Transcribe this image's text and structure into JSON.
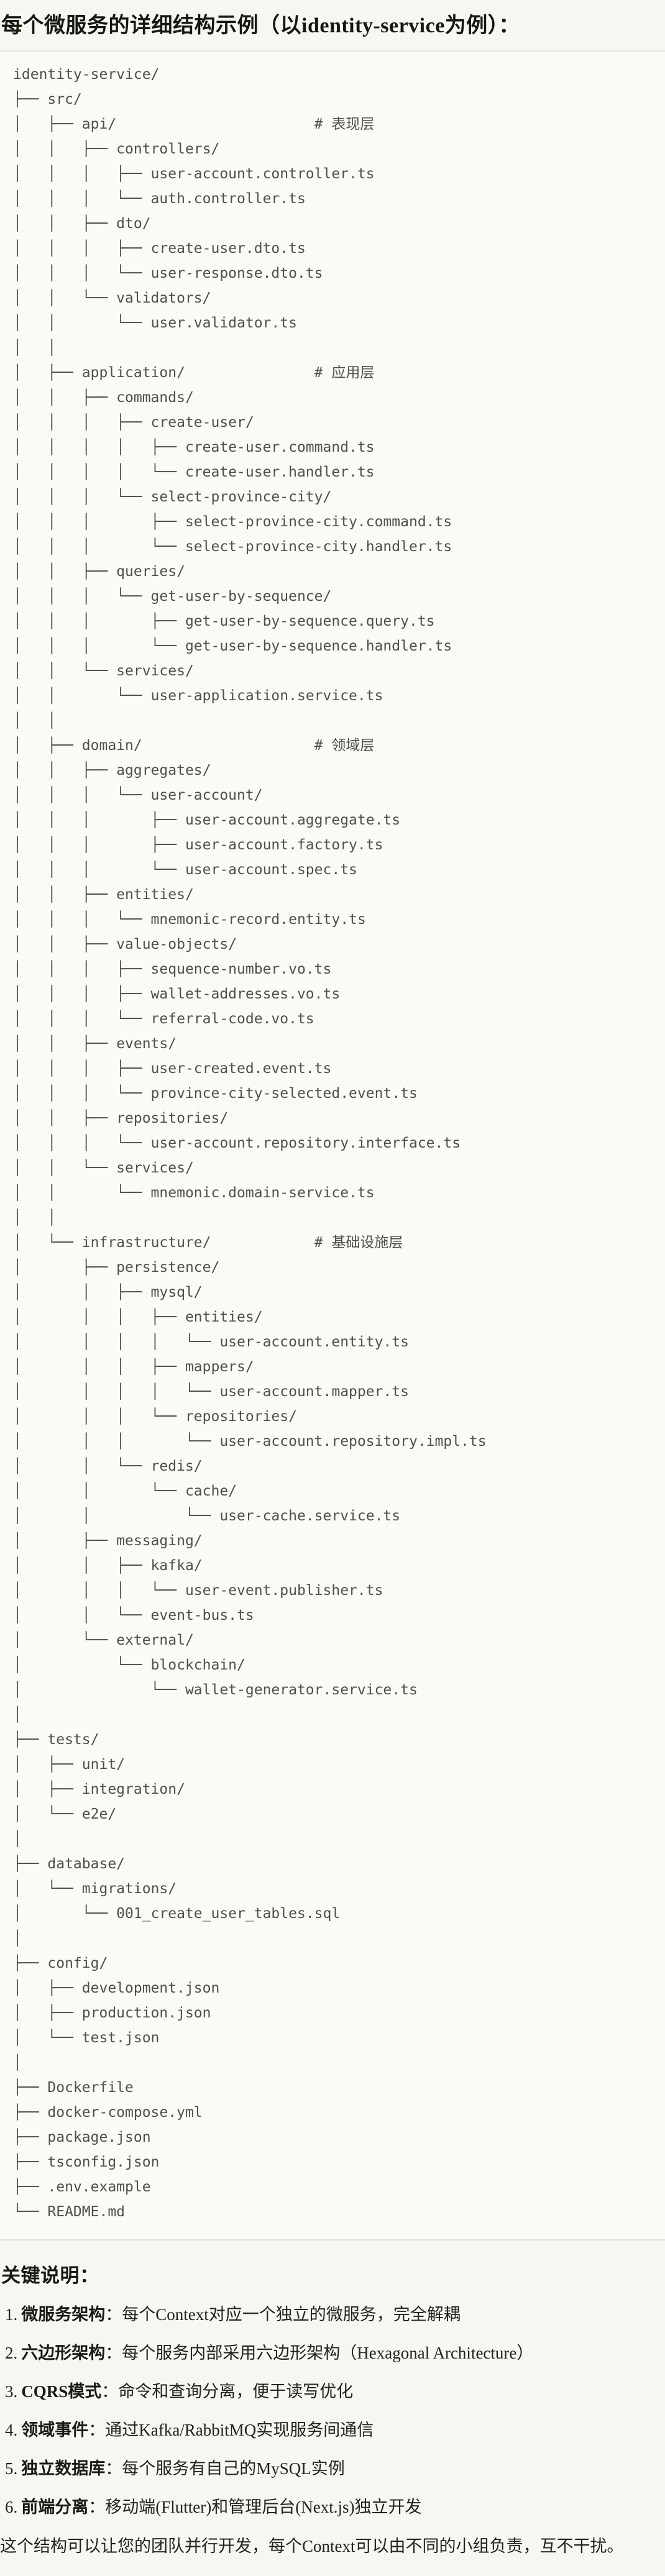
{
  "title": "每个微服务的详细结构示例（以identity-service为例）：",
  "tree_lines": [
    "identity-service/",
    "├── src/",
    "│   ├── api/                       # 表现层",
    "│   │   ├── controllers/",
    "│   │   │   ├── user-account.controller.ts",
    "│   │   │   └── auth.controller.ts",
    "│   │   ├── dto/",
    "│   │   │   ├── create-user.dto.ts",
    "│   │   │   └── user-response.dto.ts",
    "│   │   └── validators/",
    "│   │       └── user.validator.ts",
    "│   │",
    "│   ├── application/               # 应用层",
    "│   │   ├── commands/",
    "│   │   │   ├── create-user/",
    "│   │   │   │   ├── create-user.command.ts",
    "│   │   │   │   └── create-user.handler.ts",
    "│   │   │   └── select-province-city/",
    "│   │   │       ├── select-province-city.command.ts",
    "│   │   │       └── select-province-city.handler.ts",
    "│   │   ├── queries/",
    "│   │   │   └── get-user-by-sequence/",
    "│   │   │       ├── get-user-by-sequence.query.ts",
    "│   │   │       └── get-user-by-sequence.handler.ts",
    "│   │   └── services/",
    "│   │       └── user-application.service.ts",
    "│   │",
    "│   ├── domain/                    # 领域层",
    "│   │   ├── aggregates/",
    "│   │   │   └── user-account/",
    "│   │   │       ├── user-account.aggregate.ts",
    "│   │   │       ├── user-account.factory.ts",
    "│   │   │       └── user-account.spec.ts",
    "│   │   ├── entities/",
    "│   │   │   └── mnemonic-record.entity.ts",
    "│   │   ├── value-objects/",
    "│   │   │   ├── sequence-number.vo.ts",
    "│   │   │   ├── wallet-addresses.vo.ts",
    "│   │   │   └── referral-code.vo.ts",
    "│   │   ├── events/",
    "│   │   │   ├── user-created.event.ts",
    "│   │   │   └── province-city-selected.event.ts",
    "│   │   ├── repositories/",
    "│   │   │   └── user-account.repository.interface.ts",
    "│   │   └── services/",
    "│   │       └── mnemonic.domain-service.ts",
    "│   │",
    "│   └── infrastructure/            # 基础设施层",
    "│       ├── persistence/",
    "│       │   ├── mysql/",
    "│       │   │   ├── entities/",
    "│       │   │   │   └── user-account.entity.ts",
    "│       │   │   ├── mappers/",
    "│       │   │   │   └── user-account.mapper.ts",
    "│       │   │   └── repositories/",
    "│       │   │       └── user-account.repository.impl.ts",
    "│       │   └── redis/",
    "│       │       └── cache/",
    "│       │           └── user-cache.service.ts",
    "│       ├── messaging/",
    "│       │   ├── kafka/",
    "│       │   │   └── user-event.publisher.ts",
    "│       │   └── event-bus.ts",
    "│       └── external/",
    "│           └── blockchain/",
    "│               └── wallet-generator.service.ts",
    "│",
    "├── tests/",
    "│   ├── unit/",
    "│   ├── integration/",
    "│   └── e2e/",
    "│",
    "├── database/",
    "│   └── migrations/",
    "│       └── 001_create_user_tables.sql",
    "│",
    "├── config/",
    "│   ├── development.json",
    "│   ├── production.json",
    "│   └── test.json",
    "│",
    "├── Dockerfile",
    "├── docker-compose.yml",
    "├── package.json",
    "├── tsconfig.json",
    "├── .env.example",
    "└── README.md"
  ],
  "notes": {
    "heading": "关键说明：",
    "items": [
      {
        "num": "1.",
        "label": "微服务架构",
        "text": "：每个Context对应一个独立的微服务，完全解耦"
      },
      {
        "num": "2.",
        "label": "六边形架构",
        "text": "：每个服务内部采用六边形架构（Hexagonal Architecture）"
      },
      {
        "num": "3.",
        "label": "CQRS模式",
        "text": "：命令和查询分离，便于读写优化"
      },
      {
        "num": "4.",
        "label": "领域事件",
        "text": "：通过Kafka/RabbitMQ实现服务间通信"
      },
      {
        "num": "5.",
        "label": "独立数据库",
        "text": "：每个服务有自己的MySQL实例"
      },
      {
        "num": "6.",
        "label": "前端分离",
        "text": "：移动端(Flutter)和管理后台(Next.js)独立开发"
      }
    ],
    "footer": "这个结构可以让您的团队并行开发，每个Context可以由不同的小组负责，互不干扰。"
  },
  "colors": {
    "page_bg": "#f7f6f1",
    "code_bg": "#fafaf6",
    "code_border": "#e3e1d8",
    "tree_text": "#514f4a",
    "heading_text": "#17160f"
  }
}
